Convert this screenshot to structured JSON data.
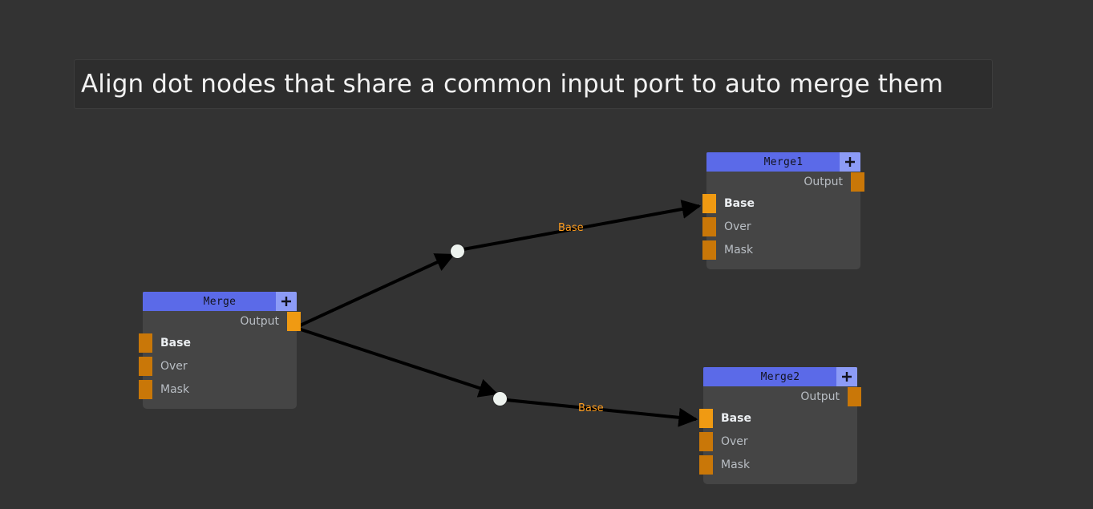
{
  "banner": {
    "text": "Align dot nodes that share a common input port to auto merge them"
  },
  "colors": {
    "canvas_background": "#333333",
    "node_body": "#454545",
    "node_title_bar": "#5b6ae8",
    "node_plus_button": "#8c9bf6",
    "port_connected": "#f09a12",
    "port_idle": "#c97708",
    "edge": "#000000",
    "edge_label_text": "#ff9d1e",
    "dot_node": "#eef3ef",
    "banner_background": "#2d2d2d"
  },
  "nodes": [
    {
      "id": "merge",
      "title": "Merge",
      "plus_label": "+",
      "output": {
        "label": "Output",
        "connected": true
      },
      "inputs": [
        {
          "label": "Base",
          "connected": false
        },
        {
          "label": "Over",
          "connected": false
        },
        {
          "label": "Mask",
          "connected": false
        }
      ]
    },
    {
      "id": "merge1",
      "title": "Merge1",
      "plus_label": "+",
      "output": {
        "label": "Output",
        "connected": false
      },
      "inputs": [
        {
          "label": "Base",
          "connected": true
        },
        {
          "label": "Over",
          "connected": false
        },
        {
          "label": "Mask",
          "connected": false
        }
      ]
    },
    {
      "id": "merge2",
      "title": "Merge2",
      "plus_label": "+",
      "output": {
        "label": "Output",
        "connected": false
      },
      "inputs": [
        {
          "label": "Base",
          "connected": true
        },
        {
          "label": "Over",
          "connected": false
        },
        {
          "label": "Mask",
          "connected": false
        }
      ]
    }
  ],
  "dot_nodes": [
    {
      "id": "dot-upper",
      "name": "dot-node-upper"
    },
    {
      "id": "dot-lower",
      "name": "dot-node-lower"
    }
  ],
  "edge_labels": [
    {
      "id": "edge-label-upper",
      "text": "Base"
    },
    {
      "id": "edge-label-lower",
      "text": "Base"
    }
  ]
}
